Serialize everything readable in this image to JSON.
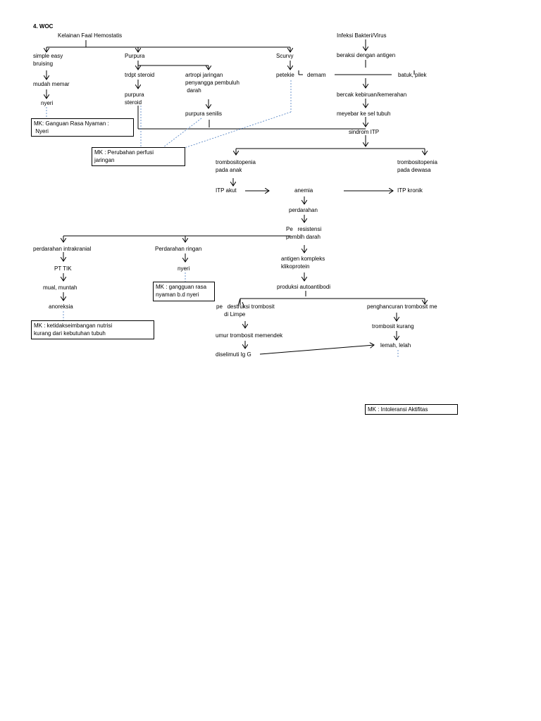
{
  "title": "4. WOC",
  "nodes": {
    "kelainan": "Kelainan Faal Hemostatis",
    "simple_easy": "simple easy\nbruising",
    "purpura": "Purpura",
    "scurvy": "Scurvy",
    "infeksi": "Infeksi Bakteri/Virus",
    "mudah_memar": "mudah memar",
    "trdpt_steroid": "trdpt steroid",
    "artropi": "artropi jaringan\npenyangga pembuluh\n darah",
    "petekie": "petekie",
    "bereaksi": "beraksi dengan antigen",
    "demam": "demam",
    "batuk": "batuk, pilek",
    "nyeri_1": "nyeri",
    "purpura_steroid": "purpura\nsteroid",
    "purpura_senilis": "purpura senilis",
    "bercak": "bercak kebiruan/kemerahan",
    "menyebar": "meyebar ke sel tubuh",
    "sindrom": "sindrom ITP",
    "trombo_anak": "trombositopenia\npada anak",
    "trombo_dewasa": "trombositopenia\npada dewasa",
    "itp_akut": "ITP akut",
    "anemia": "anemia",
    "itp_kronik": "ITP kronik",
    "perdarahan": "perdarahan",
    "resistensi": "Pe   resistensi\npemblh darah",
    "perd_intra": "perdarahan intrakranial",
    "perd_ringan": "Perdarahan ringan",
    "antigen_kompleks": "antigen kompleks\nklikoprotein",
    "pt_tik": "PT TIK",
    "nyeri_2": "nyeri",
    "produksi": "produksi autoantibodi",
    "mual": "mual, muntah",
    "destruksi": "pe   destruksi trombosit\n     di Limpe",
    "penghancuran": "penghancuran trombosit me",
    "anoreksia": "anoreksia",
    "trombosit_kurang": "trombosit kurang",
    "umur": "umur trombosit memendek",
    "lemah": "lemah, lelah",
    "diselimuti": "diselimuti Ig G"
  },
  "boxes": {
    "mk_nyeri": "MK: Ganguan Rasa Nyaman :\n Nyeri",
    "mk_perfusi": "MK : Perubahan perfusi\njaringan",
    "mk_gangguan": "MK : gangguan rasa\nnyaman b.d nyeri",
    "mk_nutrisi": "MK : ketidakseimbangan nutrisi\nkurang dari kebutuhan tubuh",
    "mk_intoleransi": "MK : Intoleransi Aktifitas"
  }
}
